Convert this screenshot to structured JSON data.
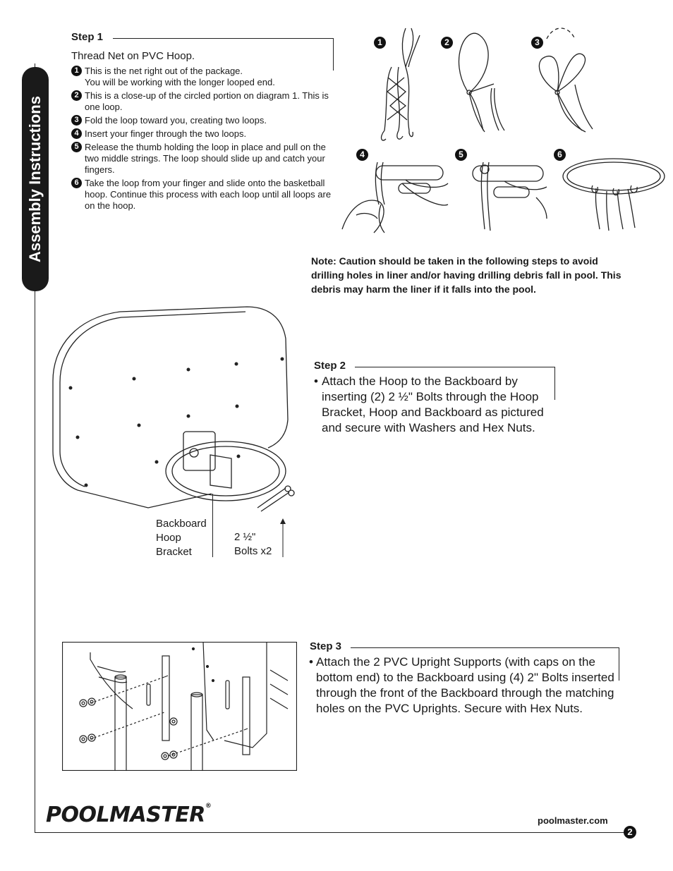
{
  "side_tab": {
    "label": "Assembly Instructions"
  },
  "step1": {
    "title": "Step 1",
    "subtitle": "Thread Net on PVC Hoop.",
    "items": [
      {
        "num": "1",
        "text": "This is the net right out of the package.\nYou will be working with the longer looped end."
      },
      {
        "num": "2",
        "text": "This is a close-up of the circled portion on diagram 1. This is one loop."
      },
      {
        "num": "3",
        "text": "Fold the loop toward you, creating two loops."
      },
      {
        "num": "4",
        "text": "Insert your finger through the two loops."
      },
      {
        "num": "5",
        "text": "Release the thumb holding the loop in place and pull on the two middle strings. The loop should slide up and catch your fingers."
      },
      {
        "num": "6",
        "text": "Take the loop from your finger and slide onto the basketball hoop. Continue this process with each loop until all loops are on the hoop."
      }
    ],
    "diagram_numbers": [
      "1",
      "2",
      "3",
      "4",
      "5",
      "6"
    ]
  },
  "note": "Note: Caution should be taken in the following steps to avoid drilling holes in liner and/or having drilling debris fall in pool. This debris may harm the liner if it falls into the pool.",
  "step2": {
    "title": "Step 2",
    "bullet": "•",
    "text": "Attach the Hoop to the Backboard by inserting (2) 2 ½\" Bolts through the Hoop Bracket, Hoop and Backboard as pictured and secure with Washers and Hex Nuts.",
    "label_bracket": [
      "Backboard",
      "Hoop",
      "Bracket"
    ],
    "label_bolts": [
      "2 ½\"",
      "Bolts x2"
    ]
  },
  "step3": {
    "title": "Step 3",
    "bullet": "•",
    "text": "Attach the 2 PVC Upright Supports (with caps on the bottom end) to the Backboard using (4) 2\" Bolts inserted through the front of the Backboard through the matching holes on the PVC Uprights. Secure with Hex Nuts."
  },
  "footer": {
    "logo": "POOLMASTER",
    "registered": "®",
    "website": "poolmaster.com",
    "page": "2"
  }
}
